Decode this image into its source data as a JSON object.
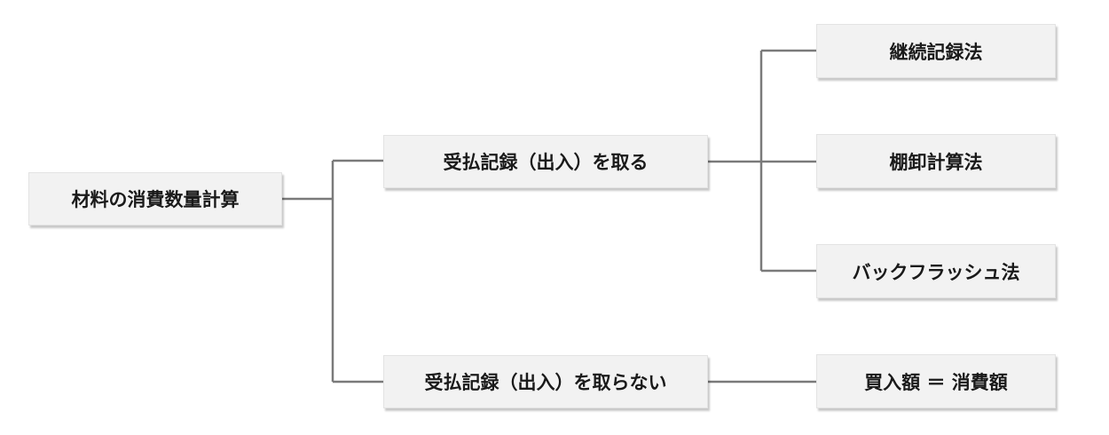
{
  "tree": {
    "root": {
      "label": "材料の消費数量計算"
    },
    "with_records": {
      "label": "受払記録（出入）を取る",
      "methods": [
        {
          "label": "継続記録法"
        },
        {
          "label": "棚卸計算法"
        },
        {
          "label": "バックフラッシュ法"
        }
      ]
    },
    "without_records": {
      "label": "受払記録（出入）を取らない",
      "result": {
        "label": "買入額 ＝ 消費額"
      }
    }
  },
  "colors": {
    "node_fill": "#f2f2f2",
    "connector": "#7a7a7a",
    "text": "#1a1a1a"
  }
}
